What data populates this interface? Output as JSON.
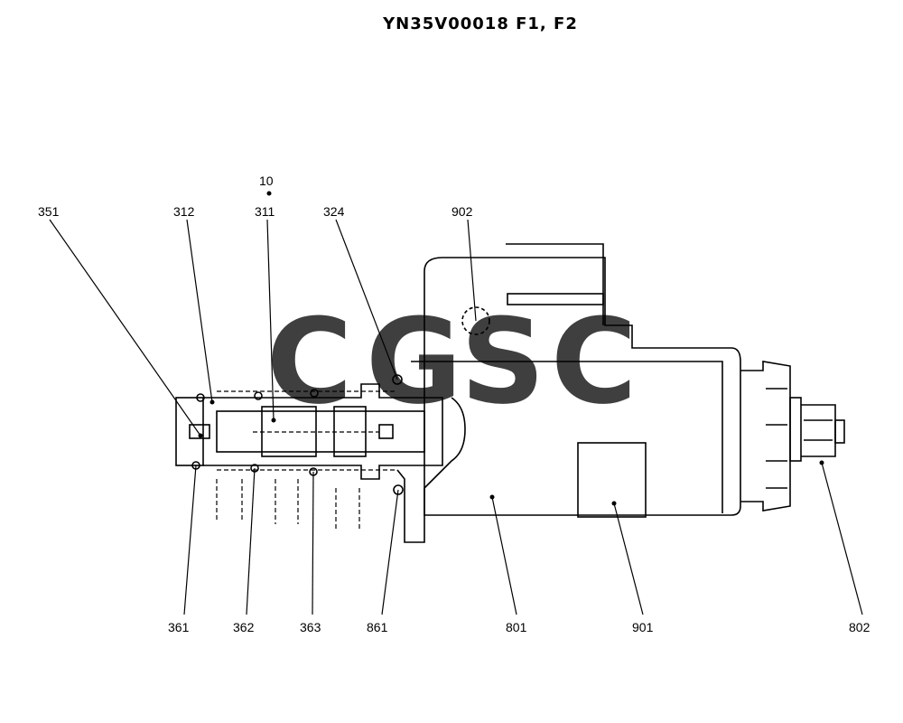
{
  "title": "YN35V00018 F1, F2",
  "labels": {
    "l351": "351",
    "l312": "312",
    "l10": "10",
    "l311": "311",
    "l324": "324",
    "l902": "902",
    "l361": "361",
    "l362": "362",
    "l363": "363",
    "l861": "861",
    "l801": "801",
    "l901": "901",
    "l802": "802"
  },
  "watermark": {
    "letters": [
      "C",
      "G",
      "S",
      "C"
    ],
    "colors": [
      "#4a8ef0",
      "#e9574f",
      "#f5c33b",
      "#3fa86a"
    ]
  }
}
